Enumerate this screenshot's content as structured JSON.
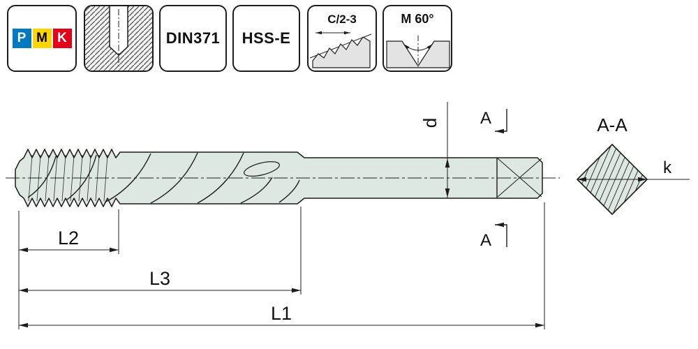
{
  "badges": {
    "pmk": {
      "letters": [
        {
          "char": "P",
          "bg": "#0079c1",
          "fg": "#ffffff"
        },
        {
          "char": "M",
          "bg": "#ffd500",
          "fg": "#000000"
        },
        {
          "char": "K",
          "bg": "#e2001a",
          "fg": "#ffffff"
        }
      ]
    },
    "hole_type": {
      "icon": "blind-hole-icon"
    },
    "standard": {
      "label": "DIN371"
    },
    "material": {
      "label": "HSS-E"
    },
    "chamfer": {
      "label": "C/2-3",
      "icon": "chamfer-profile-icon"
    },
    "thread": {
      "label": "M 60°",
      "icon": "thread-60deg-icon"
    }
  },
  "drawing": {
    "labels": {
      "diameter": "d",
      "section_cut": "A",
      "section_view": "A-A",
      "square_width": "k",
      "overall_length": "L1",
      "thread_length": "L2",
      "flute_length": "L3"
    },
    "colors": {
      "body_fill": "#dde8e2",
      "line": "#1c1c1c"
    }
  }
}
